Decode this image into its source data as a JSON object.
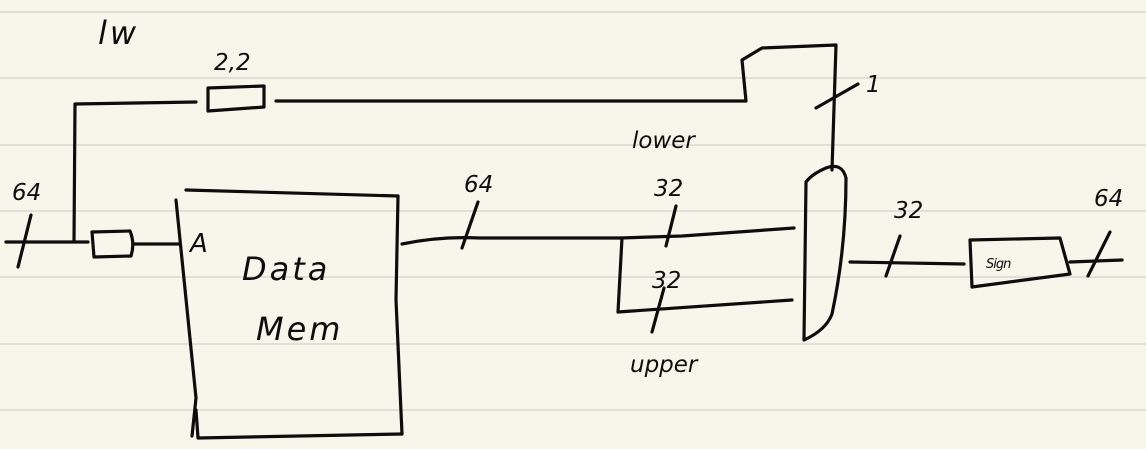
{
  "diagram": {
    "instruction": "lw",
    "address_width": "64",
    "offset_width": "2,2",
    "mux_select_width": "1",
    "mux_select_label": "lower",
    "address_port_label": "A",
    "memory": {
      "line1": "Data",
      "line2": "Mem"
    },
    "memory_out_width": "64",
    "lower_half_width": "32",
    "upper_half_width": "32",
    "upper_label": "upper",
    "mux_out_width": "32",
    "sign_extend_label": "Sign",
    "sign_out_width": "64"
  },
  "colors": {
    "paper": "#f7f6ea",
    "rule_lines": "#d9d9d2",
    "ink": "#0d0d0d"
  }
}
